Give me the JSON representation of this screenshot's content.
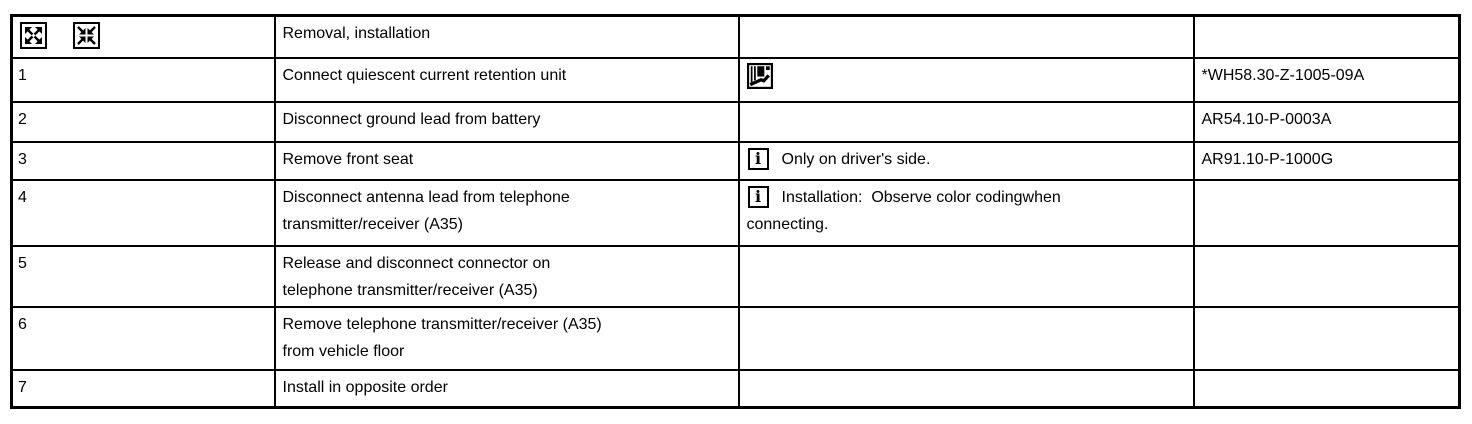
{
  "table": {
    "header": {
      "title": "Removal, installation",
      "icons": [
        {
          "name": "expand-icon"
        },
        {
          "name": "collapse-icon"
        }
      ]
    },
    "info_glyph": "i",
    "note_icons": {
      "row1": "document-icon",
      "row3": "info-icon",
      "row4": "info-icon"
    },
    "rows": [
      {
        "num": "1",
        "desc": "Connect quiescent current retention unit",
        "note": "",
        "doc": "*WH58.30-Z-1005-09A"
      },
      {
        "num": "2",
        "desc": "Disconnect ground lead from battery",
        "note": "",
        "doc": "AR54.10-P-0003A"
      },
      {
        "num": "3",
        "desc": "Remove front seat",
        "note": "Only on driver's side.",
        "doc": "AR91.10-P-1000G"
      },
      {
        "num": "4",
        "desc": "Disconnect antenna lead from telephone\ntransmitter/receiver (A35)",
        "note": "Installation:  Observe color codingwhen\nconnecting.",
        "doc": ""
      },
      {
        "num": "5",
        "desc": "Release and disconnect connector on\ntelephone transmitter/receiver (A35)",
        "note": "",
        "doc": ""
      },
      {
        "num": "6",
        "desc": "Remove telephone transmitter/receiver (A35)\nfrom vehicle floor",
        "note": "",
        "doc": ""
      },
      {
        "num": "7",
        "desc": "Install in opposite order",
        "note": "",
        "doc": ""
      }
    ],
    "colors": {
      "border": "#000000",
      "text": "#000000",
      "background": "#ffffff"
    }
  }
}
